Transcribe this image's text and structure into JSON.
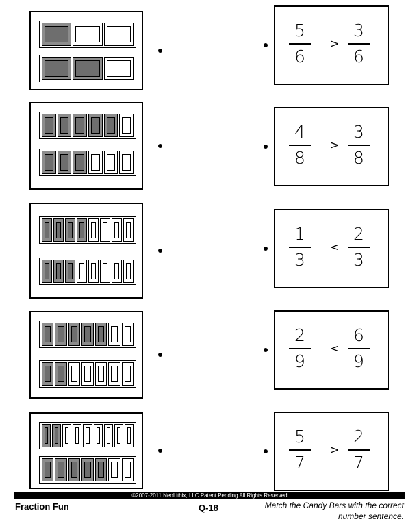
{
  "rows": [
    {
      "bar_top": {
        "total": 3,
        "shaded": 1
      },
      "bar_bottom": {
        "total": 3,
        "shaded": 2
      },
      "fraction": {
        "left_num": "5",
        "left_den": "6",
        "op": ">",
        "right_num": "3",
        "right_den": "6"
      }
    },
    {
      "bar_top": {
        "total": 6,
        "shaded": 5
      },
      "bar_bottom": {
        "total": 6,
        "shaded": 3
      },
      "fraction": {
        "left_num": "4",
        "left_den": "8",
        "op": ">",
        "right_num": "3",
        "right_den": "8"
      }
    },
    {
      "bar_top": {
        "total": 8,
        "shaded": 4
      },
      "bar_bottom": {
        "total": 8,
        "shaded": 3
      },
      "fraction": {
        "left_num": "1",
        "left_den": "3",
        "op": "<",
        "right_num": "2",
        "right_den": "3"
      }
    },
    {
      "bar_top": {
        "total": 7,
        "shaded": 5
      },
      "bar_bottom": {
        "total": 7,
        "shaded": 2
      },
      "fraction": {
        "left_num": "2",
        "left_den": "9",
        "op": "<",
        "right_num": "6",
        "right_den": "9"
      }
    },
    {
      "bar_top": {
        "total": 9,
        "shaded": 2
      },
      "bar_bottom": {
        "total": 7,
        "shaded": 5
      },
      "fraction": {
        "left_num": "5",
        "left_den": "7",
        "op": ">",
        "right_num": "2",
        "right_den": "7"
      }
    }
  ],
  "footer": {
    "copyright": "©2007-2011  NeoLithix, LLC  Patent Pending  All Rights Reserved",
    "title": "Fraction Fun",
    "page": "Q-18",
    "instruction_line1": "Match the Candy Bars with the correct",
    "instruction_line2": "number sentence."
  }
}
